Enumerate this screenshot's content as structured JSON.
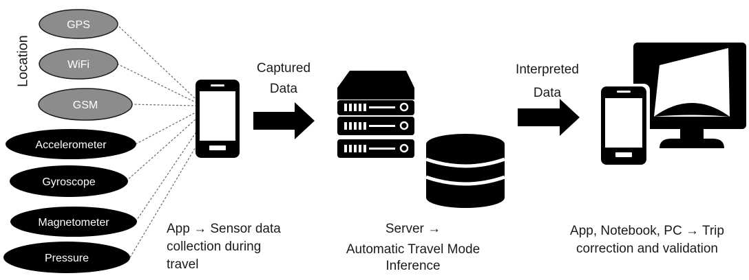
{
  "location_label": "Location",
  "colors": {
    "location_fill": "#8c8c8c",
    "sensor_fill": "#000000",
    "location_text": "#ffffff",
    "sensor_text": "#ffffff",
    "line": "#666666"
  },
  "location_sources": [
    "GPS",
    "WiFi",
    "GSM"
  ],
  "sensors": [
    "Accelerometer",
    "Gyroscope",
    "Magnetometer",
    "Pressure"
  ],
  "captured": {
    "line1": "Captured",
    "line2": "Data"
  },
  "interpreted": {
    "line1": "Interpreted",
    "line2": "Data"
  },
  "app_caption": {
    "line1": "App → Sensor data",
    "line2": "collection during",
    "line3": "travel"
  },
  "server_caption": {
    "line1": "Server →",
    "line2": "Automatic Travel Mode",
    "line3": "Inference"
  },
  "output_caption": {
    "line1": "App, Notebook, PC → Trip",
    "line2": "correction and validation"
  },
  "icons": [
    "smartphone-icon",
    "server-rack-icon",
    "database-icon",
    "smartphone-icon",
    "monitor-icon"
  ]
}
